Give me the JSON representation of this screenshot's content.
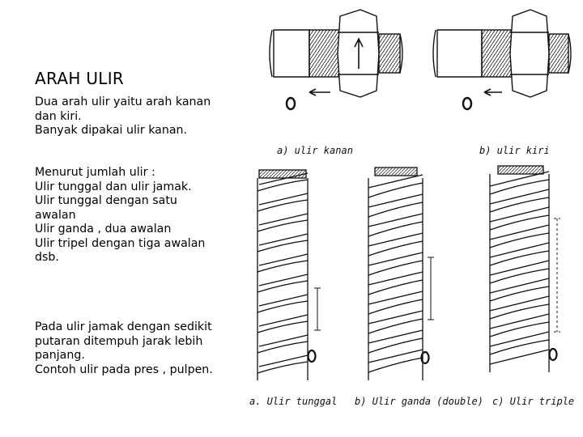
{
  "slide": {
    "title": "ARAH ULIR",
    "para1": [
      "Dua arah ulir yaitu arah kanan",
      "dan kiri.",
      "Banyak dipakai ulir kanan."
    ],
    "para2": [
      "Menurut jumlah ulir :",
      "Ulir tunggal dan ulir jamak.",
      "Ulir tunggal dengan satu",
      "awalan",
      "Ulir ganda , dua awalan",
      "Ulir tripel dengan tiga awalan",
      "dsb."
    ],
    "para3": [
      "Pada ulir jamak dengan sedikit",
      "putaran ditempuh jarak lebih",
      "panjang.",
      "Contoh ulir pada pres , pulpen."
    ]
  },
  "figure": {
    "caption_a": "a) ulir kanan",
    "caption_b": "b) ulir kiri",
    "caption_c": "a. Ulir tunggal",
    "caption_d": "b) Ulir ganda (double)",
    "caption_e": "c) Ulir triple"
  }
}
